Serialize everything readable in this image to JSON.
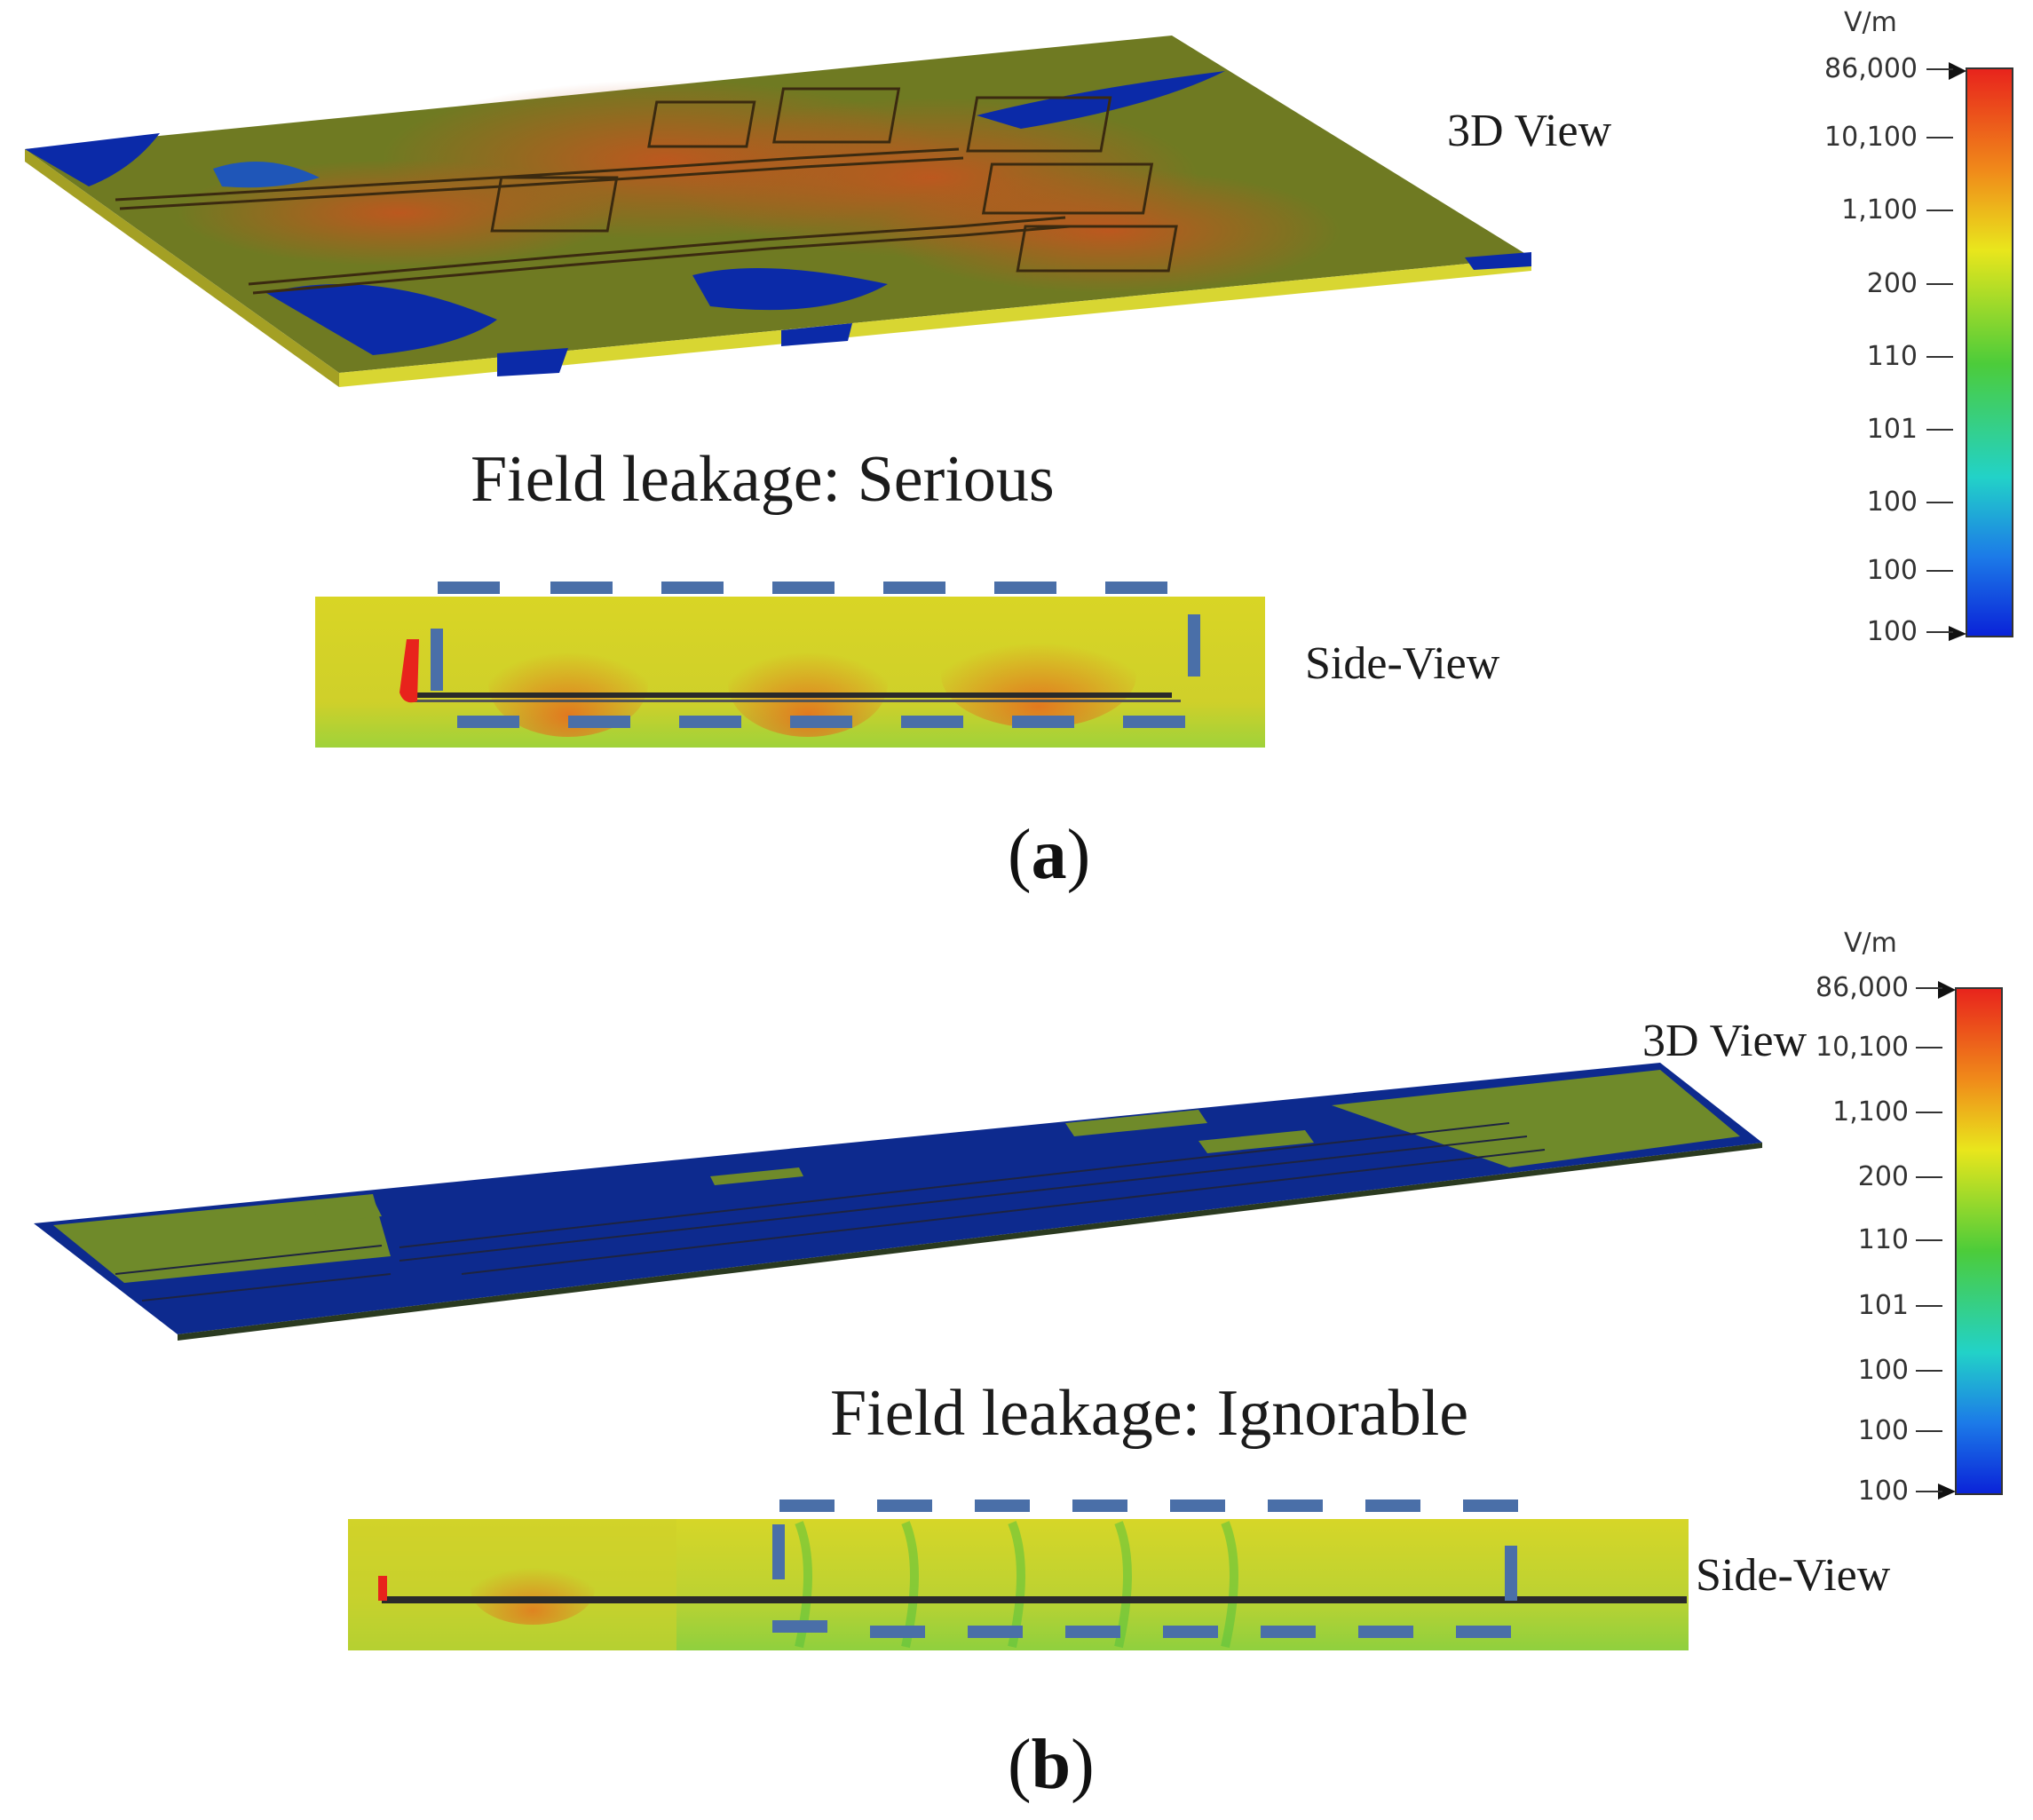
{
  "panels": [
    {
      "id": "a",
      "label_letter": "a",
      "view_3d_label": "3D View",
      "side_view_label": "Side-View",
      "leakage_text": "Field leakage: Serious",
      "colorbar": {
        "unit": "V/m",
        "ticks": [
          "86,000",
          "10,100",
          "1,100",
          "200",
          "110",
          "101",
          "100",
          "100",
          "100"
        ]
      }
    },
    {
      "id": "b",
      "label_letter": "b",
      "view_3d_label": "3D View",
      "side_view_label": "Side-View",
      "leakage_text": "Field leakage: Ignorable",
      "colorbar": {
        "unit": "V/m",
        "ticks": [
          "86,000",
          "10,100",
          "1,100",
          "200",
          "110",
          "101",
          "100",
          "100",
          "100"
        ]
      }
    }
  ],
  "colors": {
    "field_high": "#e8231c",
    "field_mid_orange": "#e07a1c",
    "field_mid_yellow": "#d6d21a",
    "field_green": "#56c43a",
    "field_low_blue": "#0b2aa8",
    "board_olive": "#6f7a22",
    "dash_box": "#4a6fa8"
  }
}
